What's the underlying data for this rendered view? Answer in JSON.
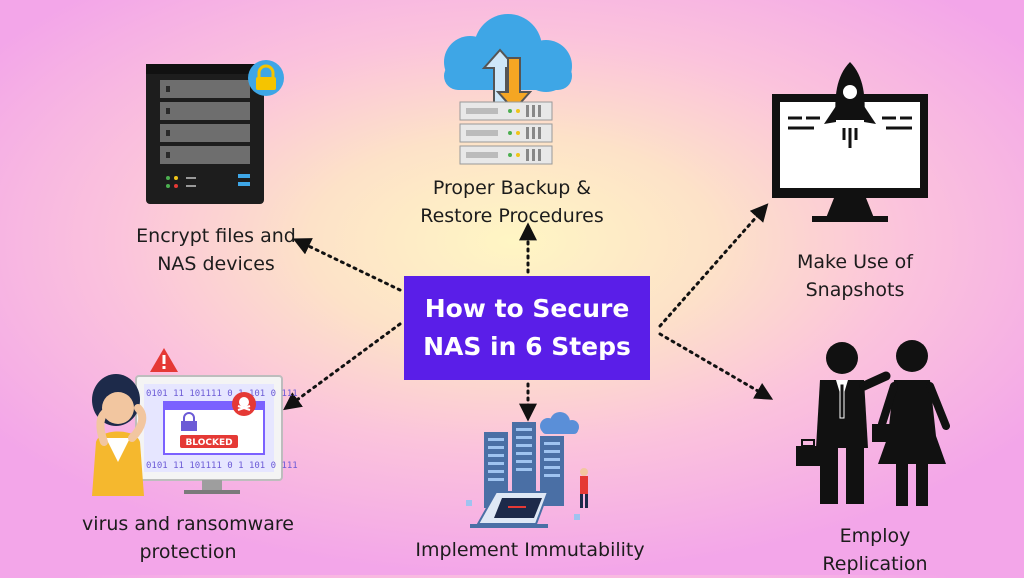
{
  "center": {
    "line1": "How to Secure",
    "line2": "NAS in 6 Steps"
  },
  "steps": {
    "encrypt": {
      "line1": "Encrypt files and",
      "line2": "NAS devices"
    },
    "backup": {
      "line1": "Proper Backup &",
      "line2": "Restore Procedures"
    },
    "snapshots": {
      "line1": "Make Use of",
      "line2": "Snapshots"
    },
    "virus": {
      "line1": "virus and ransomware",
      "line2": "protection"
    },
    "immutability": {
      "line1": "Implement Immutability"
    },
    "replication": {
      "line1": "Employ",
      "line2": "Replication"
    }
  },
  "illustrations": {
    "blocked_text": "BLOCKED",
    "binary_text": "0101 11 101111 0 1 101 0 111"
  },
  "colors": {
    "center_box": "#5a1ee8",
    "arrow": "#111111",
    "background_center": "#fff6c4",
    "background_edge": "#f3a6e9"
  },
  "icons": [
    "nas-lock-icon",
    "cloud-backup-icon",
    "rocket-monitor-icon",
    "blocked-computer-icon",
    "datacenter-icon",
    "business-people-icon"
  ]
}
